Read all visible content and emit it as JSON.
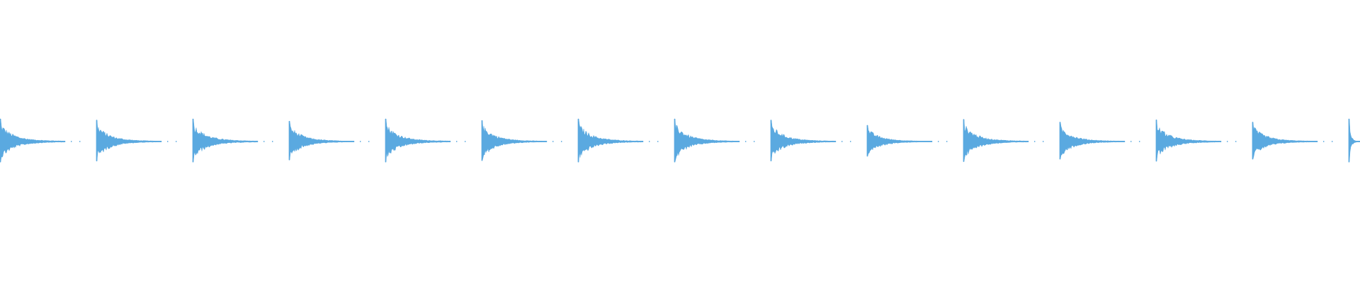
{
  "waveform": {
    "color": "#5aa9e0",
    "background": "#ffffff",
    "transient_count": 15,
    "transient_peaks": [
      1.0,
      0.95,
      1.0,
      0.9,
      1.0,
      0.93,
      1.0,
      1.0,
      0.95,
      0.72,
      0.98,
      0.86,
      0.96,
      0.86,
      1.0
    ],
    "transient_decays": [
      0.62,
      0.56,
      0.62,
      0.56,
      0.62,
      0.56,
      0.62,
      0.56,
      0.62,
      0.56,
      0.62,
      0.56,
      0.62,
      0.56,
      0.3
    ]
  }
}
